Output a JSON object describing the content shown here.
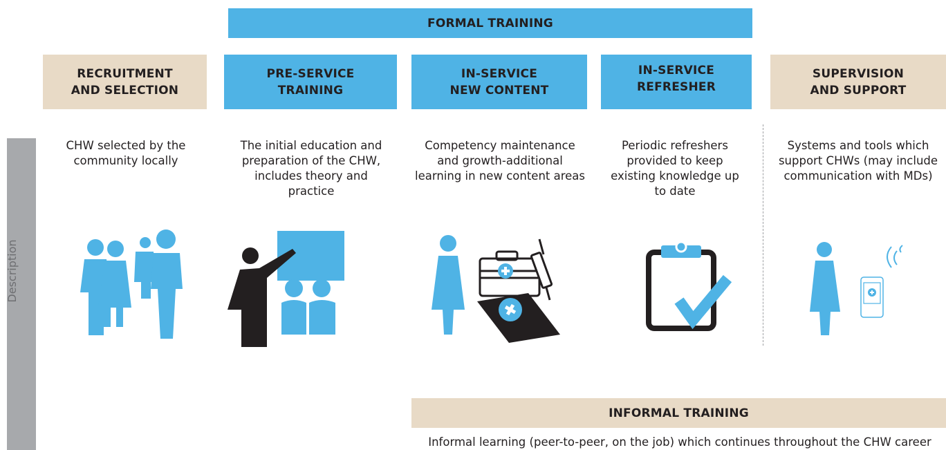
{
  "formal_training": {
    "label": "FORMAL TRAINING"
  },
  "columns": [
    {
      "title": "RECRUITMENT\nAND SELECTION",
      "description": "CHW selected by the community locally",
      "icon": "family-icon"
    },
    {
      "title": "PRE-SERVICE\nTRAINING",
      "description": "The initial education and preparation of the CHW, includes theory and practice",
      "icon": "teacher-icon"
    },
    {
      "title": "IN-SERVICE\nNEW CONTENT",
      "description": "Competency maintenance and growth-additional learning in new content areas",
      "icon": "medical-kit-icon"
    },
    {
      "title": "IN-SERVICE\nREFRESHER",
      "description": "Periodic refreshers provided to keep existing knowledge up to date",
      "icon": "clipboard-check-icon"
    },
    {
      "title": "SUPERVISION\nAND SUPPORT",
      "description": "Systems and tools which support CHWs (may include communication with MDs)",
      "icon": "phone-communication-icon"
    }
  ],
  "side_label": "Description",
  "informal_training": {
    "label": "INFORMAL TRAINING",
    "description": "Informal learning (peer-to-peer, on the job) which continues throughout the CHW career"
  },
  "colors": {
    "blue": "#4fb3e5",
    "tan": "#e8dac6",
    "grey": "#a7a9ac",
    "dark": "#231f20"
  }
}
